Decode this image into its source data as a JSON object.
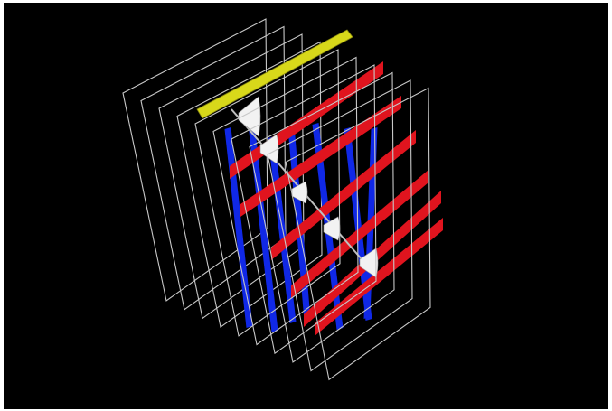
{
  "scene": {
    "background_color": "#000000",
    "frame_color": "#ffffff",
    "frame_line_color": "#c8c8c8",
    "frames": [
      {
        "id": "frame-1"
      },
      {
        "id": "frame-2"
      },
      {
        "id": "frame-3"
      },
      {
        "id": "frame-4"
      },
      {
        "id": "frame-5"
      },
      {
        "id": "frame-6"
      },
      {
        "id": "frame-7"
      },
      {
        "id": "frame-8"
      },
      {
        "id": "frame-9"
      },
      {
        "id": "frame-10"
      }
    ],
    "red_strip_color": "#e0141e",
    "blue_strip_color": "#1028e6",
    "yellow_bar_color": "#d8d81a",
    "funnel_color": "#f2f2f2",
    "red_strip_count": 6,
    "blue_strip_count": 7,
    "funnel_count": 5
  }
}
